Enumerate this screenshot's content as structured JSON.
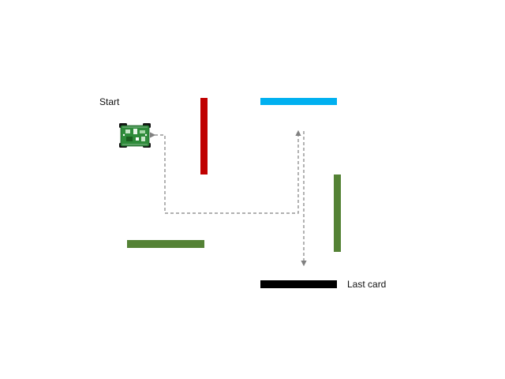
{
  "labels": {
    "start": "Start",
    "last_card": "Last card"
  },
  "cards": [
    {
      "id": "red-card",
      "color": "#C00000",
      "orientation": "vertical"
    },
    {
      "id": "blue-card",
      "color": "#00B0F0",
      "orientation": "horizontal"
    },
    {
      "id": "green-card-right",
      "color": "#548235",
      "orientation": "vertical"
    },
    {
      "id": "green-card-left",
      "color": "#548235",
      "orientation": "horizontal"
    },
    {
      "id": "black-card",
      "color": "#000000",
      "orientation": "horizontal"
    }
  ],
  "robot": {
    "icon": "robot-car-icon",
    "body_color": "#2E8B3A"
  },
  "path": {
    "style": "dashed",
    "color": "#808080",
    "arrows": true
  }
}
